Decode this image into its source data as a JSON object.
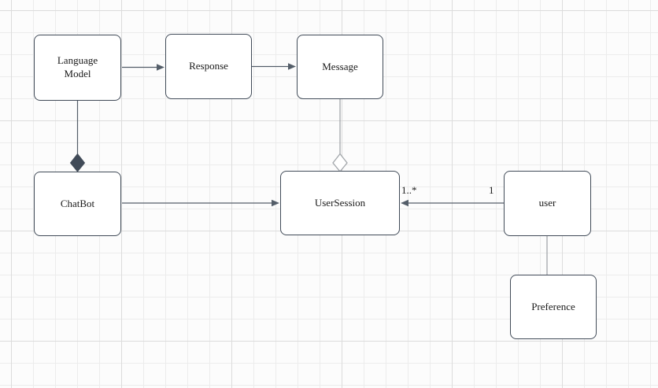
{
  "diagram": {
    "nodes": [
      {
        "id": "language-model",
        "label": "Language Model"
      },
      {
        "id": "response",
        "label": "Response"
      },
      {
        "id": "message",
        "label": "Message"
      },
      {
        "id": "chatbot",
        "label": "ChatBot"
      },
      {
        "id": "user-session",
        "label": "UserSession"
      },
      {
        "id": "user",
        "label": "user"
      },
      {
        "id": "preference",
        "label": "Preference"
      }
    ],
    "edges": [
      {
        "from": "Language Model",
        "to": "Response",
        "type": "directed-arrow"
      },
      {
        "from": "Response",
        "to": "Message",
        "type": "directed-arrow"
      },
      {
        "from": "Language Model",
        "to": "ChatBot",
        "type": "composition",
        "diamond_at": "ChatBot",
        "diamond_style": "filled"
      },
      {
        "from": "Message",
        "to": "UserSession",
        "type": "aggregation",
        "diamond_at": "UserSession",
        "diamond_style": "hollow"
      },
      {
        "from": "ChatBot",
        "to": "UserSession",
        "type": "directed-arrow"
      },
      {
        "from": "user",
        "to": "UserSession",
        "type": "directed-arrow",
        "source_multiplicity": "1",
        "target_multiplicity": "1..*"
      },
      {
        "from": "user",
        "to": "Preference",
        "type": "plain-line"
      }
    ],
    "colors": {
      "canvas_bg": "#fcfcfc",
      "grid_minor": "#ececec",
      "grid_major": "#dcdcdc",
      "node_fill": "#ffffff",
      "node_border": "#414b58",
      "edge_dark": "#545e69",
      "edge_gray": "#a2a6aa",
      "text": "#1a1a1a"
    }
  }
}
